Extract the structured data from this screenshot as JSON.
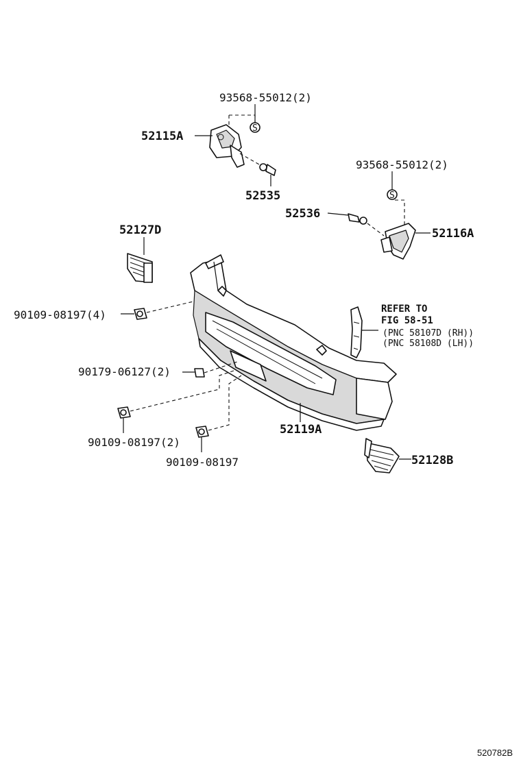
{
  "labels": {
    "p93568_top": "93568-55012(2)",
    "p52115A": "52115A",
    "p52535": "52535",
    "p93568_right": "93568-55012(2)",
    "p52536": "52536",
    "p52116A": "52116A",
    "p52127D": "52127D",
    "p90109_4": "90109-08197(4)",
    "refer_line1": "REFER TO",
    "refer_line2": "FIG 58-51",
    "refer_line3": "(PNC 58107D (RH))",
    "refer_line4": "(PNC 58108D (LH))",
    "p90179": "90179-06127(2)",
    "p90109_2": "90109-08197(2)",
    "p52119A": "52119A",
    "p90109_single": "90109-08197",
    "p52128B": "52128B"
  },
  "footer": {
    "code": "520782B"
  }
}
